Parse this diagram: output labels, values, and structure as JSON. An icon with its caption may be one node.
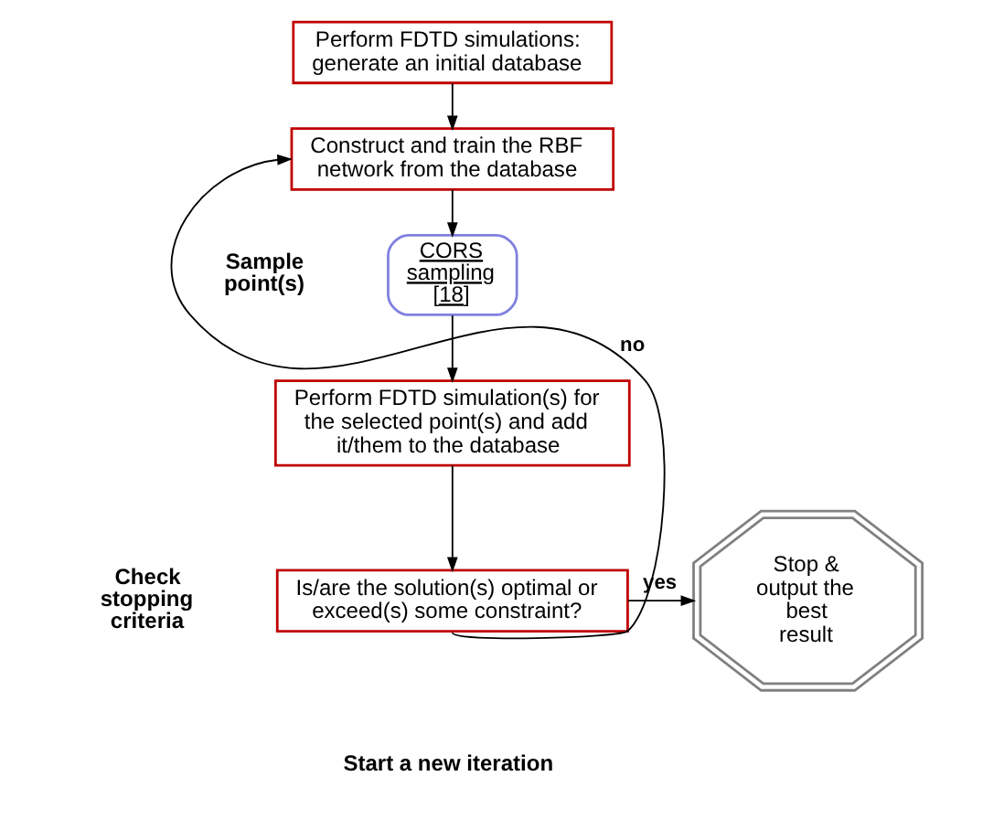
{
  "diagram": {
    "nodes": [
      {
        "text": [
          "Perform FDTD simulations: generate an initial database"
        ]
      },
      {
        "text": [
          "Construct and train the RBF network from the database"
        ]
      },
      {
        "text": [
          "CORS sampling [18]"
        ],
        "beside": [
          "Sample point(s)"
        ]
      },
      {
        "text": [
          "Perform FDTD simulation(s) for the selected point(s) and add it/them to the database"
        ]
      },
      {
        "text": [
          "Is/are the solution(s) optimal or exceed(s) some constraint?"
        ],
        "beside": [
          "Check stopping criteria"
        ]
      },
      {
        "text": [
          "Stop & output the best result"
        ]
      }
    ],
    "edges": [
      {
        "from": 0,
        "to": 1,
        "arrow": "to"
      },
      {
        "from": 1,
        "to": 2,
        "arrow": "to"
      },
      {
        "from": 2,
        "to": 3,
        "arrow": "to"
      },
      {
        "from": 3,
        "to": 4,
        "arrow": "to"
      },
      {
        "from": 4,
        "to": 5,
        "arrow": "to",
        "label": "yes"
      },
      {
        "from": 4,
        "to": 1,
        "arrow": "to",
        "label": "no"
      }
    ],
    "labels": [
      "Start a new iteration"
    ]
  }
}
